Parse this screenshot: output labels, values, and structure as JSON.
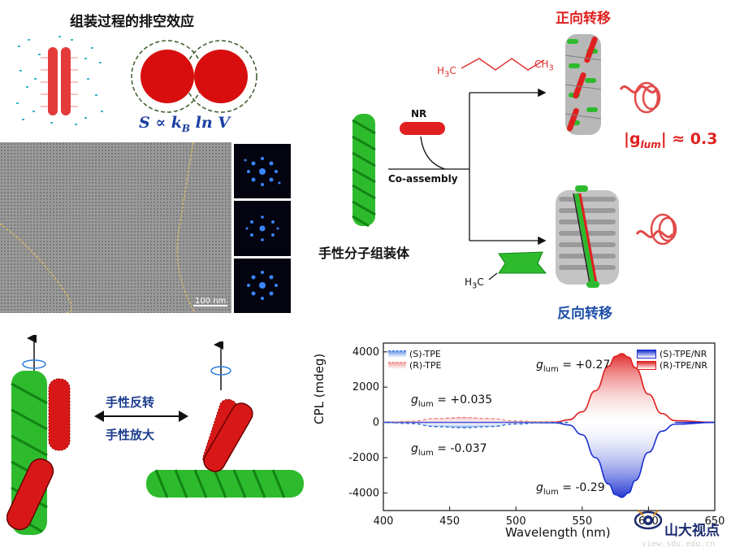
{
  "top_left": {
    "title": "组装过程的排空效应",
    "formula": "S ∝ k",
    "formula_sub": "B",
    "formula_tail": " ln V",
    "scalebar": "100 nm"
  },
  "top_right": {
    "forward_title": "正向转移",
    "reverse_title": "反向转移",
    "glum_prefix": "|g",
    "glum_sub": "lum",
    "glum_tail": "| ≈ 0.3",
    "nr_label": "NR",
    "coassembly_label": "Co-assembly",
    "assembly_label": "手性分子组装体",
    "hexane_h3c": "H",
    "hexane_3": "3",
    "hexane_c": "C",
    "hexane_ch": "CH",
    "hexane_3b": "3",
    "methyl_h3c": "H",
    "methyl_3": "3",
    "methyl_c": "C"
  },
  "bottom_left": {
    "reverse_label": "手性反转",
    "amplify_label": "手性放大"
  },
  "chart_data": {
    "type": "line",
    "xlabel": "Wavelength (nm)",
    "ylabel": "CPL (mdeg)",
    "xlim": [
      400,
      650
    ],
    "ylim": [
      -5000,
      4500
    ],
    "xticks": [
      "400",
      "450",
      "500",
      "550",
      "600",
      "650"
    ],
    "yticks": [
      "4000",
      "2000",
      "0",
      "-2000",
      "-4000"
    ],
    "legend_left": [
      {
        "name": "(S)-TPE",
        "color": "#2f6ad8",
        "style": "dashed"
      },
      {
        "name": "(R)-TPE",
        "color": "#e88a8a",
        "style": "dashed"
      }
    ],
    "legend_right": [
      {
        "name": "(S)-TPE/NR",
        "color": "#1a2fd0",
        "style": "solid"
      },
      {
        "name": "(R)-TPE/NR",
        "color": "#e02020",
        "style": "solid"
      }
    ],
    "annotations": [
      {
        "g": "g",
        "sub": "lum",
        "text": " = +0.27"
      },
      {
        "g": "g",
        "sub": "lum",
        "text": " = +0.035"
      },
      {
        "g": "g",
        "sub": "lum",
        "text": " = -0.037"
      },
      {
        "g": "g",
        "sub": "lum",
        "text": " = -0.29"
      }
    ],
    "series": [
      {
        "name": "(R)-TPE/NR",
        "x": [
          400,
          500,
          530,
          540,
          550,
          560,
          570,
          575,
          580,
          585,
          590,
          600,
          610,
          620,
          650
        ],
        "y": [
          0,
          0,
          20,
          150,
          600,
          1800,
          3200,
          3750,
          3900,
          3700,
          3100,
          1600,
          500,
          100,
          0
        ]
      },
      {
        "name": "(S)-TPE/NR",
        "x": [
          400,
          500,
          530,
          540,
          550,
          560,
          570,
          575,
          580,
          585,
          590,
          600,
          610,
          620,
          650
        ],
        "y": [
          0,
          0,
          -20,
          -150,
          -700,
          -2000,
          -3500,
          -4100,
          -4250,
          -4000,
          -3300,
          -1700,
          -500,
          -100,
          0
        ]
      },
      {
        "name": "(R)-TPE",
        "x": [
          400,
          420,
          440,
          460,
          480,
          500,
          520,
          540
        ],
        "y": [
          0,
          60,
          220,
          280,
          220,
          80,
          20,
          0
        ]
      },
      {
        "name": "(S)-TPE",
        "x": [
          400,
          420,
          440,
          460,
          480,
          500,
          520,
          540
        ],
        "y": [
          0,
          -60,
          -240,
          -300,
          -240,
          -90,
          -20,
          0
        ]
      }
    ]
  },
  "logo": {
    "text": "山大视点",
    "url": "view.sdu.edu.cn"
  }
}
